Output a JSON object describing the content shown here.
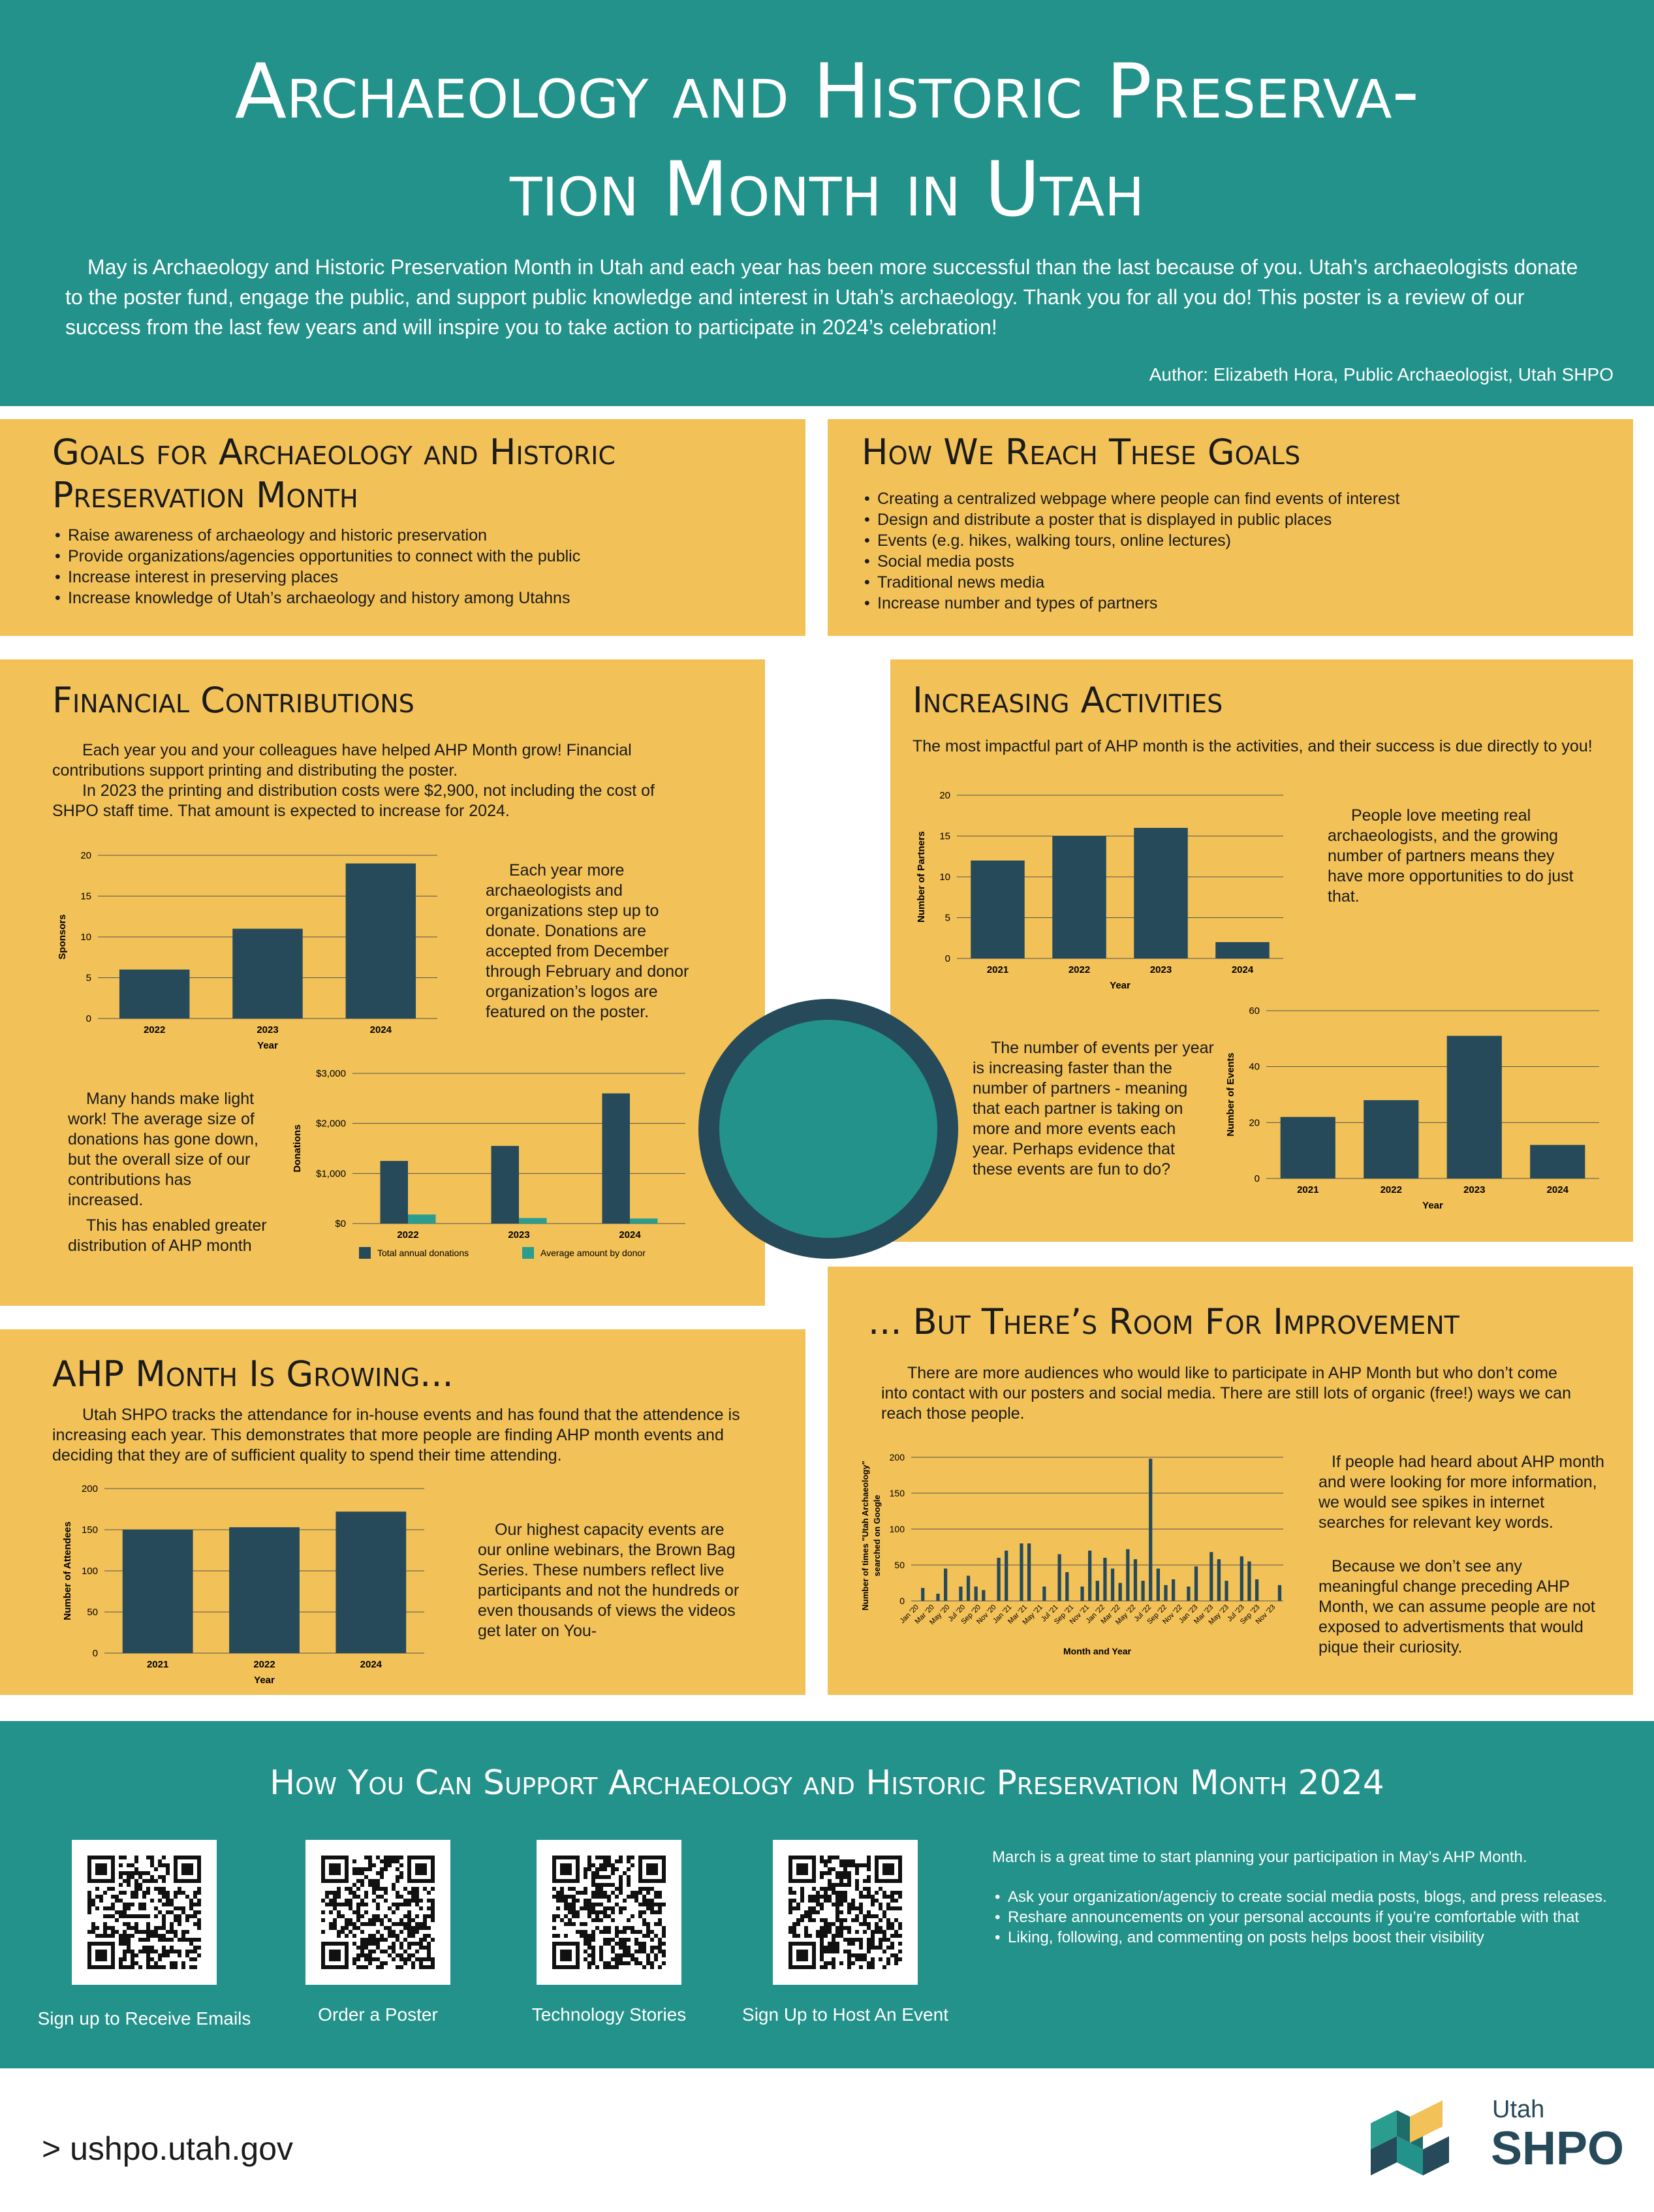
{
  "header": {
    "title_line1": "Archaeology and Historic Preserva-",
    "title_line2": "tion Month in Utah",
    "intro": "May is Archaeology and Historic Preservation Month in Utah and each year has been more successful than the last because of you. Utah’s archaeologists donate to the poster fund, engage the public, and support public knowledge and interest in Utah’s archaeology. Thank you for all you do! This poster is a review of our success from the last few years and will inspire you to take action to participate in 2024’s celebration!",
    "author": "Author: Elizabeth Hora, Public Archaeologist, Utah SHPO"
  },
  "goals": {
    "title_line1": "Goals for Archaeology and Historic",
    "title_line2": "Preservation Month",
    "items": [
      "Raise awareness of archaeology and historic preservation",
      "Provide organizations/agencies opportunities to connect with the public",
      "Increase interest in preserving places",
      "Increase knowledge of Utah’s archaeology and history among Utahns"
    ]
  },
  "reach": {
    "title": "How We Reach These Goals",
    "items": [
      "Creating a centralized webpage where people can find events of interest",
      "Design and distribute a poster that is displayed in public places",
      "Events (e.g. hikes, walking tours, online lectures)",
      "Social media posts",
      "Traditional news media",
      "Increase number and types of partners"
    ]
  },
  "financial": {
    "title": "Financial Contributions",
    "p1": "Each year you and your colleagues have helped AHP Month grow! Financial contributions support printing and distributing the poster.",
    "p2": "In 2023 the printing and distribution costs were $2,900, not including the cost of SHPO staff time. That amount is expected to increase for 2024.",
    "side1": "Each year more archaeologists and organizations step up to donate. Donations are accepted from December through February and donor organization’s logos are featured on the poster.",
    "side2a": "Many hands make light work! The average size of donations has gone down, but the overall size of our contributions has increased.",
    "side2b": "This has enabled greater distribution of AHP month"
  },
  "activities": {
    "title": "Increasing Activities",
    "intro": "The most impactful part of AHP month is the activities, and their success is due directly to you!",
    "side1": "People love meeting real archaeologists, and the growing number of partners means they have more opportunities to do just that.",
    "side2": "The number of events per year is increasing faster than the number of partners - meaning that each partner is taking on more and more events each year. Perhaps evidence that these events are fun to do?"
  },
  "growing": {
    "title": "AHP Month Is Growing...",
    "intro": "Utah SHPO tracks the attendance for in-house events and has found that the attendence is increasing each year. This demonstrates that more people are finding AHP month events and deciding that they are of sufficient quality to spend their time attending.",
    "side": "Our highest capacity events are our online webinars, the Brown Bag Series. These numbers reflect live participants and not the hundreds or even thousands of views the videos get later on You-"
  },
  "improvement": {
    "title": "... But There’s Room For Improvement",
    "intro": "There are more audiences who would like to participate in AHP Month but who don’t come into contact with our posters and social media. There are still lots of organic (free!) ways we can reach those people.",
    "side1": "If people had heard about AHP month and were looking for more information, we would see spikes in internet searches for relevant key words.",
    "side2": "Because we don’t see any meaningful change preceding AHP Month, we can assume people are not exposed to advertisments that would pique their curiosity."
  },
  "support": {
    "title": "How You Can Support Archaeology and Historic Preservation Month 2024",
    "qr_labels": [
      "Sign up to Receive Emails",
      "Order a Poster",
      "Technology Stories",
      "Sign Up to Host An Event"
    ],
    "lead": "March is a great time to start planning your participation in May’s AHP Month.",
    "items": [
      "Ask your organization/agenciy to create social media posts, blogs, and press releases.",
      "Reshare announcements on your personal accounts if you’re comfortable with that",
      "Liking, following, and commenting on posts helps boost their visibility"
    ]
  },
  "footer": {
    "url": "> ushpo.utah.gov",
    "logo_top": "Utah",
    "logo_bottom": "SHPO"
  },
  "colors": {
    "teal": "#23928a",
    "panel": "#f2c158",
    "bar": "#264a5a",
    "bar_alt": "#2a9d8f"
  },
  "chart_data": [
    {
      "id": "sponsors",
      "type": "bar",
      "categories": [
        "2022",
        "2023",
        "2024"
      ],
      "values": [
        6,
        11,
        19
      ],
      "xlabel": "Year",
      "ylabel": "Sponsors",
      "ylim": [
        0,
        20
      ],
      "yticks": [
        "0",
        "5",
        "10",
        "15",
        "20"
      ]
    },
    {
      "id": "donations",
      "type": "bar",
      "categories": [
        "2022",
        "2023",
        "2024"
      ],
      "series": [
        {
          "name": "Total annual donations",
          "values": [
            1250,
            1550,
            2600
          ]
        },
        {
          "name": "Average amount by donor",
          "values": [
            180,
            110,
            100
          ]
        }
      ],
      "ylim": [
        0,
        3000
      ],
      "ylabel": "Donations",
      "yticks": [
        "$0",
        "$1,000",
        "$2,000",
        "$3,000"
      ],
      "legend": "bottom"
    },
    {
      "id": "partners",
      "type": "bar",
      "categories": [
        "2021",
        "2022",
        "2023",
        "2024"
      ],
      "values": [
        12,
        15,
        16,
        2
      ],
      "xlabel": "Year",
      "ylabel": "Number of Partners",
      "ylim": [
        0,
        20
      ],
      "yticks": [
        "0",
        "5",
        "10",
        "15",
        "20"
      ]
    },
    {
      "id": "events",
      "type": "bar",
      "categories": [
        "2021",
        "2022",
        "2023",
        "2024"
      ],
      "values": [
        22,
        28,
        51,
        12
      ],
      "xlabel": "Year",
      "ylabel": "Number of Events",
      "ylim": [
        0,
        60
      ],
      "yticks": [
        "0",
        "20",
        "40",
        "60"
      ]
    },
    {
      "id": "attendees",
      "type": "bar",
      "categories": [
        "2021",
        "2022",
        "2024"
      ],
      "values": [
        150,
        153,
        172
      ],
      "xlabel": "Year",
      "ylabel": "Number of Attendees",
      "ylim": [
        0,
        200
      ],
      "yticks": [
        "0",
        "50",
        "100",
        "150",
        "200"
      ]
    },
    {
      "id": "searches",
      "type": "bar",
      "xlabel": "Month and Year",
      "ylabel": "Number of times \"Utah Archaeology\" searched on Google",
      "ylim": [
        0,
        200
      ],
      "yticks": [
        "0",
        "50",
        "100",
        "150",
        "200"
      ],
      "categories": [
        "Jan '20",
        "Mar '20",
        "May '20",
        "Jul '20",
        "Sep '20",
        "Nov '20",
        "Jan '21",
        "Mar '21",
        "May '21",
        "Jul '21",
        "Sep '21",
        "Nov '21",
        "Jan '22",
        "Mar '22",
        "May '22",
        "Jul '22",
        "Sep '22",
        "Nov '22",
        "Jan '23",
        "Mar '23",
        "May '23",
        "Jul '23",
        "Sep '23",
        "Nov '23"
      ],
      "values": [
        0,
        18,
        0,
        10,
        45,
        0,
        20,
        35,
        20,
        15,
        0,
        60,
        70,
        0,
        80,
        80,
        0,
        20,
        0,
        65,
        40,
        0,
        20,
        70,
        28,
        60,
        45,
        25,
        72,
        58,
        28,
        198,
        45,
        22,
        30,
        0,
        20,
        48,
        0,
        68,
        58,
        28,
        0,
        62,
        55,
        30,
        0,
        0,
        22
      ]
    }
  ]
}
